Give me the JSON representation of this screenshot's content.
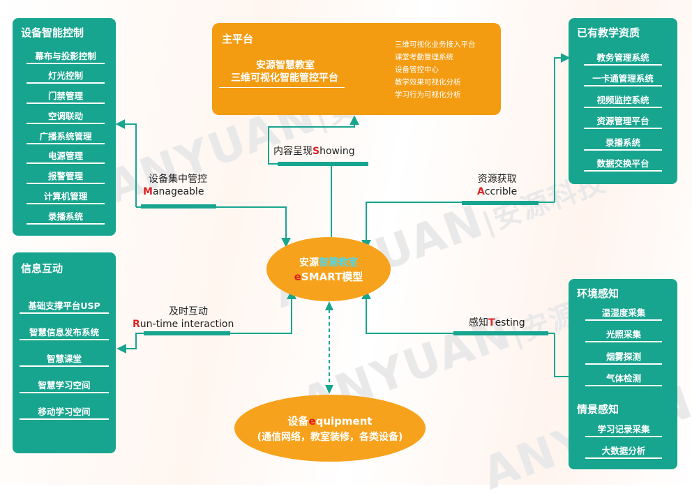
{
  "watermark": {
    "brand": "ANYUAN",
    "cn": "|安源科技"
  },
  "main_platform": {
    "title": "主平台",
    "name_line1": "安源智慧教室",
    "name_line2": "三维可视化智能管控平台",
    "features": [
      "三维可视化业务接入平台",
      "课堂考勤管理系统",
      "设备管控中心",
      "教学效果可视化分析",
      "学习行为可视化分析"
    ]
  },
  "device_control": {
    "title": "设备智能控制",
    "items": [
      "幕布与投影控制",
      "灯光控制",
      "门禁管理",
      "空调联动",
      "广播系统管理",
      "电源管理",
      "报警管理",
      "计算机管理",
      "录播系统"
    ]
  },
  "info_interaction": {
    "title": "信息互动",
    "items": [
      "基础支撑平台USP",
      "智慧信息发布系统",
      "智慧课堂",
      "智慧学习空间",
      "移动学习空间"
    ]
  },
  "teaching_resources": {
    "title": "已有教学资质",
    "items": [
      "教务管理系统",
      "一卡通管理系统",
      "视频监控系统",
      "资源管理平台",
      "录播系统",
      "数据交换平台"
    ]
  },
  "environment_sensing": {
    "title": "环境感知",
    "items": [
      "温湿度采集",
      "光照采集",
      "烟雾探测",
      "气体检测"
    ]
  },
  "scene_sensing": {
    "title": "情景感知",
    "items": [
      "学习记录采集",
      "大数据分析"
    ]
  },
  "center": {
    "prefix": "安源",
    "highlight": "智慧教室",
    "model_e": "e",
    "model_rest": "SMART模型"
  },
  "equipment": {
    "prefix": "设备",
    "e": "e",
    "rest": "quipment",
    "sub": "(通信网络，教室装修，各类设备)"
  },
  "flows": {
    "showing": {
      "cn": "内容呈现",
      "letter": "S",
      "rest": "howing"
    },
    "manageable": {
      "cn": "设备集中管控",
      "letter": "M",
      "rest": "anageable"
    },
    "accrible": {
      "cn": "资源获取",
      "letter": "A",
      "rest": "ccrible"
    },
    "runtime": {
      "cn": "及时互动",
      "letter": "R",
      "rest": "un-time interaction"
    },
    "testing": {
      "cn": "感知",
      "letter": "T",
      "rest": "esting"
    }
  },
  "colors": {
    "teal": "#18a58f",
    "orange": "#f39c12",
    "red": "#e02020",
    "highlight": "#4fd6e8"
  }
}
